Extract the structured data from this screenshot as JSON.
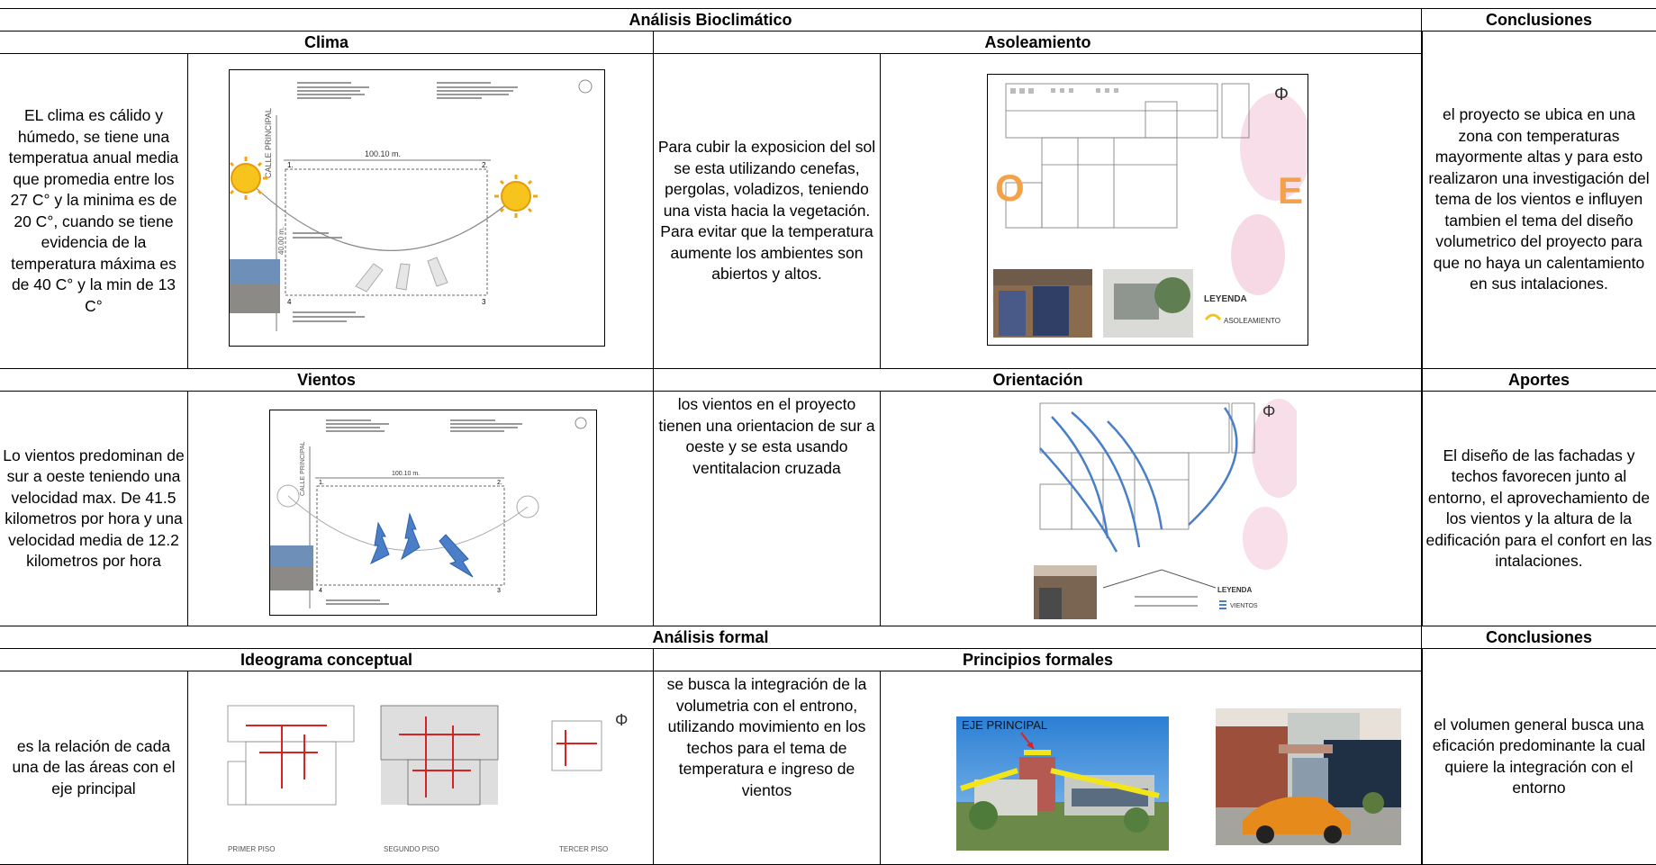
{
  "top": {
    "section_title": "Análisis Bioclimático",
    "conclusions_header": "Conclusiones",
    "clima": {
      "header": "Clima",
      "text": "EL clima es cálido y húmedo, se tiene una temperatua anual media que promedia entre los 27 C° y la minima es de 20 C°, cuando se tiene evidencia de la temperatura máxima es de 40 C° y la min de 13 C°"
    },
    "asoleamiento": {
      "header": "Asoleamiento",
      "text": "Para cubir la exposicion del sol se esta utilizando cenefas, pergolas, voladizos, teniendo una vista hacia la vegetación. Para evitar que la temperatura aumente los ambientes son abiertos y altos."
    },
    "conclusion_text": "el proyecto se ubica en una zona con temperaturas mayormente altas y para esto realizaron una investigación del tema de los vientos e influyen tambien el tema del diseño volumetrico del proyecto para que no haya un calentamiento en sus intalaciones."
  },
  "middle": {
    "vientos": {
      "header": "Vientos",
      "text": "Lo vientos predominan de sur a oeste teniendo una velocidad max. De 41.5 kilometros por hora y una velocidad media de 12.2 kilometros por hora"
    },
    "orientacion": {
      "header": "Orientación",
      "text": "los vientos en el proyecto tienen una orientacion de sur a oeste y se esta usando ventitalacion cruzada"
    },
    "aportes_header": "Aportes",
    "aportes_text": "El diseño de las fachadas y techos favorecen junto al entorno, el aprovechamiento de los vientos y la altura de la edificación para el confort en las intalaciones."
  },
  "bottom": {
    "section_title": "Análisis formal",
    "conclusions_header": "Conclusiones",
    "ideograma": {
      "header": "Ideograma conceptual",
      "text": "es la relación de cada una de las áreas con el eje principal"
    },
    "principios": {
      "header": "Principios formales",
      "text": "se busca la integración de la volumetria con el entrono, utilizando movimiento en los techos para el tema de temperatura e ingreso de vientos"
    },
    "conclusion_text": "el volumen general busca una eficación predominante la cual quiere la integración con el entorno"
  },
  "figures": {
    "site": {
      "dimension_h": "100.10 m.",
      "dimension_v": "40.00 m.",
      "street": "CALLE PRINCIPAL",
      "corner_1": "1.",
      "corner_2": "2.",
      "corner_3": "3",
      "corner_4": "4"
    },
    "sun_plan": {
      "west_letter": "O",
      "east_letter": "E",
      "legend_title": "LEYENDA",
      "legend_item": "ASOLEAMIENTO"
    },
    "wind_plan": {
      "legend_title": "LEYENDA",
      "legend_item": "VIENTOS"
    },
    "ideogram": {
      "label_1": "PRIMER PISO",
      "label_2": "SEGUNDO PISO",
      "label_3": "TERCER PISO"
    },
    "render": {
      "axis_label": "EJE PRINCIPAL"
    }
  },
  "colors": {
    "orange_letter": "#f3a24b",
    "wind_blue": "#4a7fc8",
    "axis_yellow": "#f2e61a",
    "plan_red": "#d62424",
    "sun_yellow": "#f7c31d"
  }
}
